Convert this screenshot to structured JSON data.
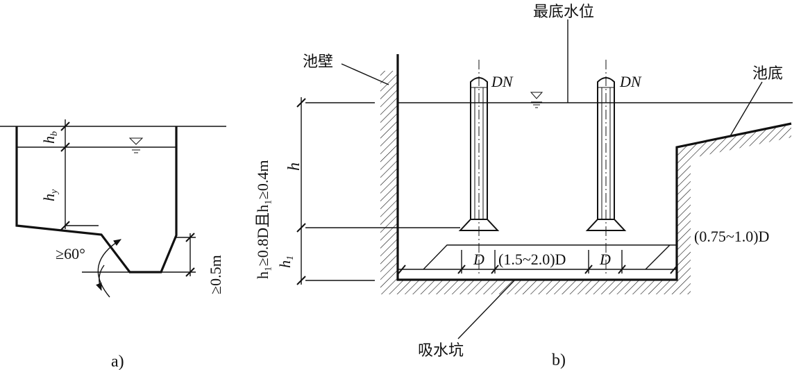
{
  "diagram_a": {
    "label_hb": "h",
    "label_hb_sub": "b",
    "label_hy": "h",
    "label_hy_sub": "y",
    "angle_label": "≥60°",
    "depth_label": "≥0.5m",
    "caption": "a)"
  },
  "diagram_b": {
    "wall_label": "池壁",
    "lowest_water_label": "最底水位",
    "bottom_label": "池底",
    "pipe_left_label": "DN",
    "pipe_right_label": "DN",
    "vertical_condition": "h₁≥0.8D且h₁≥0.4m",
    "label_h": "h",
    "label_h1": "h",
    "label_h1_sub": "1",
    "dim_d_left": "D",
    "dim_spacing": "(1.5~2.0)D",
    "dim_d_right": "D",
    "dim_wall_gap": "(0.75~1.0)D",
    "sump_label": "吸水坑",
    "caption": "b)"
  }
}
